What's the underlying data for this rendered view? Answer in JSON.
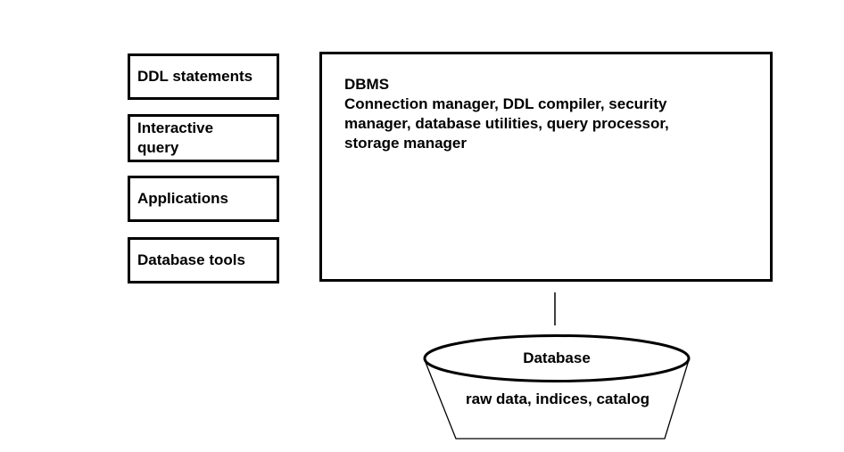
{
  "diagram": {
    "colors": {
      "stroke": "#000000",
      "background": "#ffffff"
    },
    "input_boxes": [
      {
        "label": "DDL statements"
      },
      {
        "label": "Interactive\nquery"
      },
      {
        "label": "Applications"
      },
      {
        "label": "Database tools"
      }
    ],
    "dbms": {
      "title": "DBMS",
      "components": "Connection manager, DDL compiler, security\nmanager, database utilities, query processor,\nstorage manager"
    },
    "database": {
      "label": "Database",
      "contents": "raw data, indices, catalog"
    }
  }
}
